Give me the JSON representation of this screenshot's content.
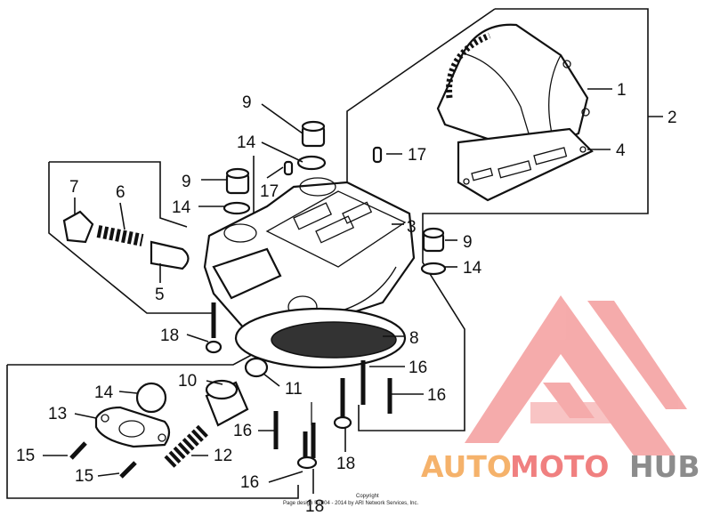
{
  "callouts": [
    {
      "id": "c1",
      "text": "1"
    },
    {
      "id": "c2",
      "text": "2"
    },
    {
      "id": "c3",
      "text": "3"
    },
    {
      "id": "c4",
      "text": "4"
    },
    {
      "id": "c5",
      "text": "5"
    },
    {
      "id": "c6",
      "text": "6"
    },
    {
      "id": "c7",
      "text": "7"
    },
    {
      "id": "c8",
      "text": "8"
    },
    {
      "id": "c9a",
      "text": "9"
    },
    {
      "id": "c9b",
      "text": "9"
    },
    {
      "id": "c9c",
      "text": "9"
    },
    {
      "id": "c10",
      "text": "10"
    },
    {
      "id": "c11",
      "text": "11"
    },
    {
      "id": "c12",
      "text": "12"
    },
    {
      "id": "c13",
      "text": "13"
    },
    {
      "id": "c14a",
      "text": "14"
    },
    {
      "id": "c14b",
      "text": "14"
    },
    {
      "id": "c14c",
      "text": "14"
    },
    {
      "id": "c14d",
      "text": "14"
    },
    {
      "id": "c15a",
      "text": "15"
    },
    {
      "id": "c15b",
      "text": "15"
    },
    {
      "id": "c16a",
      "text": "16"
    },
    {
      "id": "c16b",
      "text": "16"
    },
    {
      "id": "c16c",
      "text": "16"
    },
    {
      "id": "c16d",
      "text": "16"
    },
    {
      "id": "c17a",
      "text": "17"
    },
    {
      "id": "c17b",
      "text": "17"
    },
    {
      "id": "c18a",
      "text": "18"
    },
    {
      "id": "c18b",
      "text": "18"
    },
    {
      "id": "c18c",
      "text": "18"
    }
  ],
  "copyright": {
    "line1": "Copyright",
    "line2": "Page design ©2004 - 2014 by ARI Network Services, Inc."
  },
  "watermark": {
    "text_auto": "AUTO",
    "text_moto": "MOTO",
    "text_hub": "HUB",
    "color_orange": "#f5b26b",
    "color_red": "#f08080",
    "color_gray": "#8c8c8c"
  }
}
